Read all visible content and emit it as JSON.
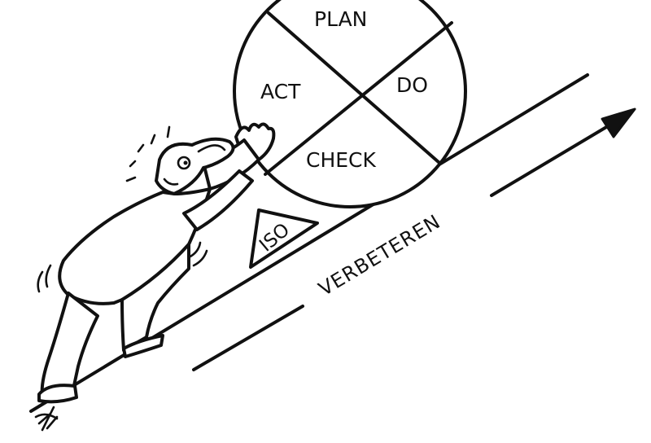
{
  "cycle": {
    "plan": "PLAN",
    "do": "DO",
    "check": "CHECK",
    "act": "ACT"
  },
  "wedge_label": "ISO",
  "road_label": "VERBETEREN",
  "colors": {
    "ink": "#111111",
    "paper": "#ffffff"
  }
}
